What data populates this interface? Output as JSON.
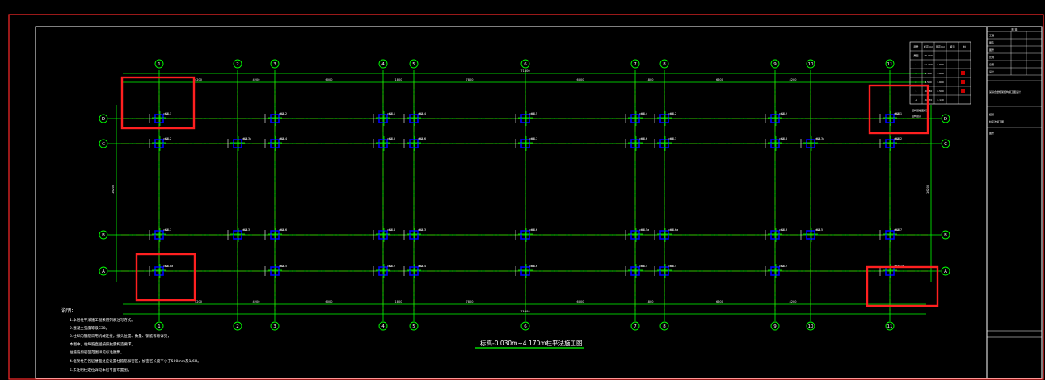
{
  "drawing": {
    "title": "标高-0.030m~4.170m柱平法施工图",
    "grid_x_labels": [
      "1",
      "2",
      "3",
      "4",
      "5",
      "6",
      "7",
      "8",
      "9",
      "10",
      "11"
    ],
    "grid_y_labels": [
      "D",
      "C",
      "B",
      "A"
    ],
    "top_total_dim": "71600",
    "bottom_total_dim": "71600",
    "left_total_dim": "16200",
    "right_total_dim": "16200",
    "top_segment_dims": [
      "4200",
      "4200",
      "6000",
      "1800",
      "7800",
      "6600",
      "1800",
      "6600",
      "4200"
    ],
    "bottom_segment_dims": [
      "4200",
      "4200",
      "6000",
      "1800",
      "7800",
      "6600",
      "1800",
      "6600",
      "4200"
    ],
    "column_tags": {
      "row_D": [
        "KZ-1",
        "",
        "KZ-2",
        "KZ-1",
        "KZ-4",
        "KZ-5",
        "KZ-4",
        "KZ-2",
        "KZ-2",
        "",
        "KZ-1"
      ],
      "row_C": [
        "KZ-2",
        "KZ-3a",
        "KZ-4",
        "KZ-5",
        "KZ-6",
        "KZ-7",
        "KZ-6",
        "KZ-3",
        "KZ-6",
        "KZ-3a",
        "KZ-2"
      ],
      "row_B": [
        "KZ-7",
        "KZ-3",
        "KZ-6",
        "KZ-4",
        "KZ-3",
        "KZ-6",
        "KZ-5a",
        "KZ-6a",
        "KZ-3",
        "KZ-5",
        "KZ-7"
      ],
      "row_A": [
        "KZ-8a",
        "",
        "KZ-5",
        "KZ-2",
        "KZ-4",
        "KZ-6",
        "KZ-4",
        "KZ-5",
        "KZ-2",
        "",
        "KZ-1a"
      ]
    },
    "notes_heading": "说明：",
    "notes": [
      "1.本层柱平法施工图采用列表注写方式。",
      "2.混凝土强度等级C30。",
      "3.柱纵向钢筋采用机械连接，接头位置、数量、钢筋等级详见，",
      "   本图中，柱纵筋直径按照抗震构造要求。",
      "   柱箍筋加密区范围详见标准图集。",
      "4.框架柱在各层楼面处应设置柱箍筋加密区，加密区长度不小于500mm及1/6H。",
      "5.未注明柱定位详见本层平面布置图。"
    ],
    "level_table": {
      "header": [
        "层号",
        "标高(m)",
        "层高(m)",
        "梁顶",
        "柱"
      ],
      "rows": [
        [
          "屋面",
          "15.300",
          "",
          "",
          ""
        ],
        [
          "4",
          "11.700",
          "3.600",
          "",
          ""
        ],
        [
          "3",
          "8.100",
          "3.600",
          "",
          ""
        ],
        [
          "2",
          "4.500",
          "3.600",
          "",
          ""
        ],
        [
          "1",
          "-0.030",
          "4.500",
          "",
          ""
        ],
        [
          "-1",
          "-4.170",
          "4.140",
          "",
          ""
        ]
      ],
      "caption": "结构层楼面标高",
      "caption2": "结构层高"
    },
    "title_block": {
      "header": "图 签",
      "rows": [
        "工程",
        "图名",
        "图号",
        "比例",
        "日期",
        "设计"
      ],
      "project": "某综合楼框架结构施工图设计",
      "drawing_name": "结施",
      "sheet_label": "柱平法施工图",
      "note": "图号"
    }
  },
  "colors": {
    "background": "#000000",
    "frame": "#ffffff",
    "outer_frame": "#ff0000",
    "grid_line": "#00ff00",
    "axis_dash": "#ff0000",
    "column": "#0000ff",
    "text": "#ffffff",
    "highlight": "#ff0000"
  }
}
